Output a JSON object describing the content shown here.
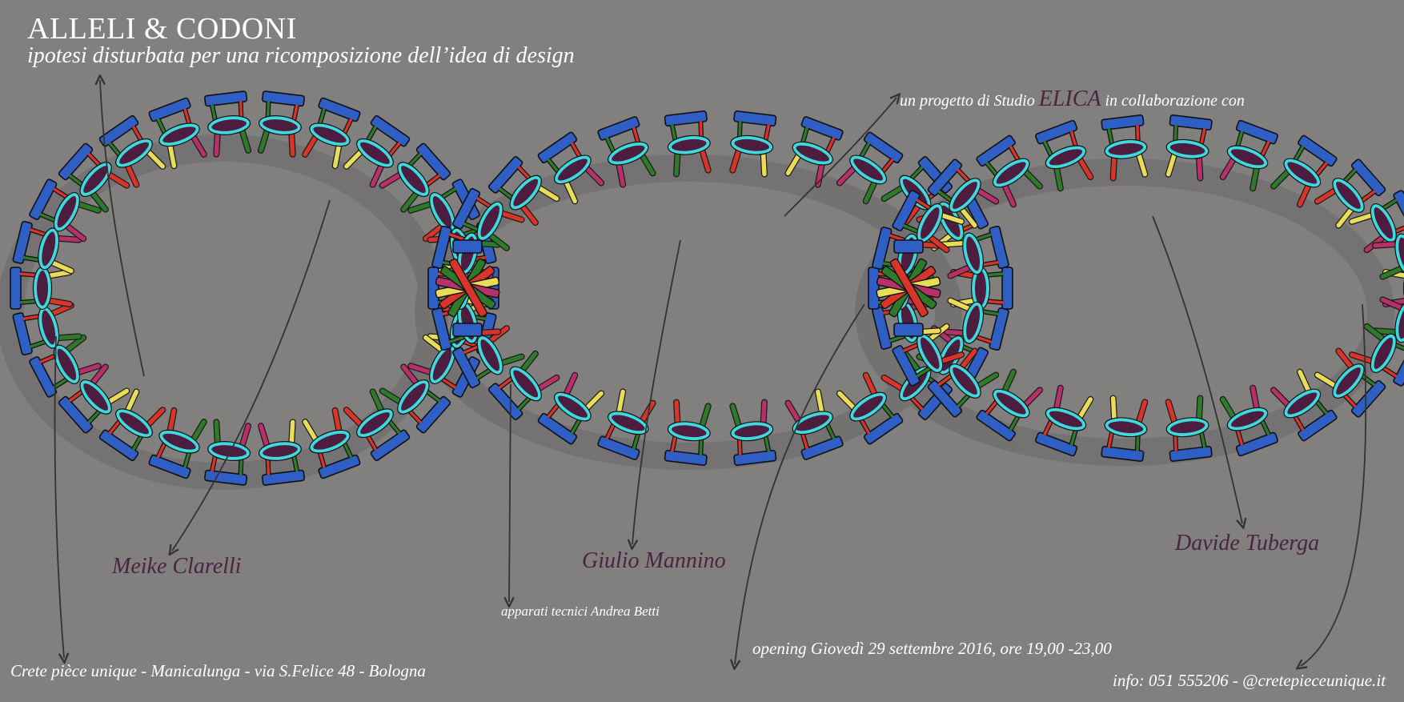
{
  "header": {
    "title": "ALLELI  & CODONI",
    "subtitle": "ipotesi disturbata per una ricomposizione dell’idea di design"
  },
  "credit": {
    "prefix": "un progetto di Studio ",
    "studio": "ELICA",
    "suffix": " in collaborazione con"
  },
  "designers": {
    "first": "Meike Clarelli",
    "second": "Giulio Mannino",
    "third": "Davide Tuberga"
  },
  "technical": "apparati tecnici  Andrea Betti",
  "opening": "opening Giovedì 29 settembre 2016, ore 19,00 -23,00",
  "venue": "Crete pièce unique - Manicalunga - via S.Felice 48  - Bologna",
  "info": "info:  051 555206 - @cretepieceunique.it",
  "colors": {
    "background": "#827f7f",
    "designer_text": "#4a2440",
    "chair_blue": "#2f5fc4",
    "chair_cyan": "#3fd8dc",
    "chair_green": "#2f7a2a",
    "chair_red": "#d8342a",
    "chair_yellow": "#e8dc58",
    "chair_magenta": "#b8306a",
    "seat": "#4d1d3f"
  }
}
